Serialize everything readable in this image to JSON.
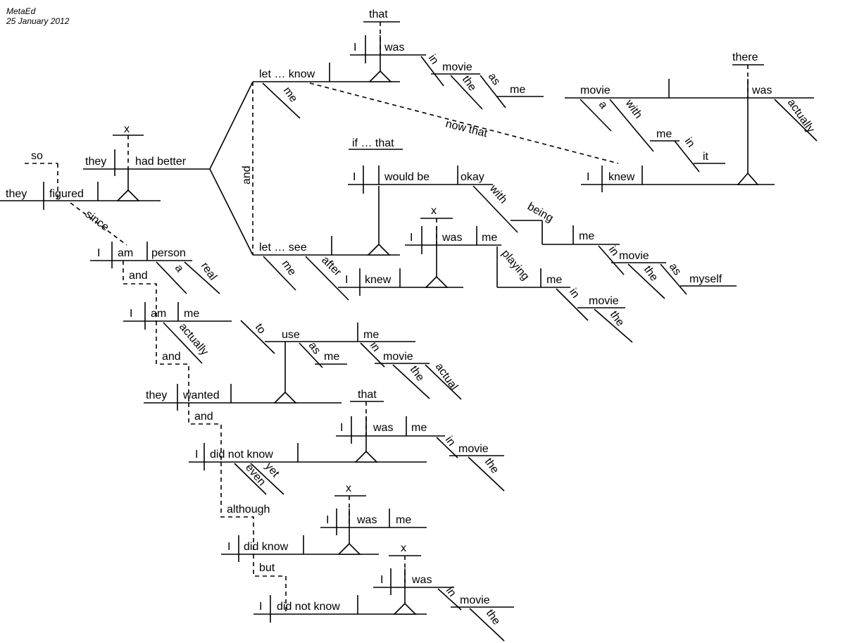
{
  "header": {
    "author": "MetaEd",
    "date": "25 January 2012"
  },
  "colors": {
    "ink": "#000000",
    "background": "#ffffff"
  },
  "words": {
    "so": "so",
    "they": "they",
    "figured": "figured",
    "since": "since",
    "had_better": "had better",
    "x": "x",
    "let_know": "let … know",
    "let_see": "let … see",
    "and": "and",
    "me": "me",
    "that": "that",
    "I": "I",
    "was": "was",
    "in": "in",
    "movie": "movie",
    "the": "the",
    "as": "as",
    "now_that": "now that",
    "knew": "knew",
    "a": "a",
    "with": "with",
    "it": "it",
    "there": "there",
    "actually": "actually",
    "if_that": "if … that",
    "would_be": "would be",
    "okay": "okay",
    "being": "being",
    "myself": "myself",
    "after": "after",
    "playing": "playing",
    "am": "am",
    "person": "person",
    "real": "real",
    "to": "to",
    "use": "use",
    "actual": "actual",
    "wanted": "wanted",
    "did_not_know": "did not know",
    "yet": "yet",
    "even": "even",
    "although": "although",
    "did_know": "did know",
    "but": "but"
  }
}
